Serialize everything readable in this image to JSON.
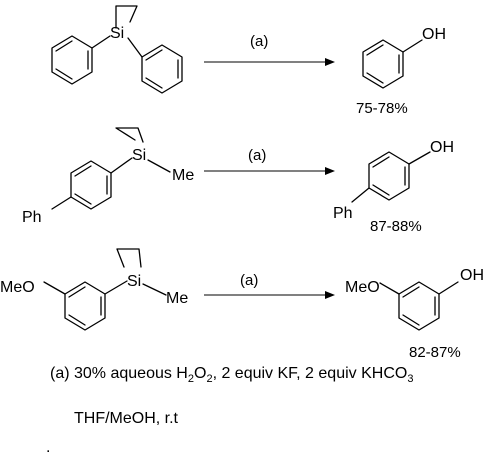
{
  "scheme": {
    "reactions": [
      {
        "reactant": {
          "si_label": "Si",
          "substituent_label": "",
          "aryl_label": ""
        },
        "arrow_label": "(a)",
        "product": {
          "oh_label": "OH",
          "extra_label": ""
        },
        "yield": "75-78%"
      },
      {
        "reactant": {
          "si_label": "Si",
          "substituent_label": "Me",
          "aryl_label": "Ph"
        },
        "arrow_label": "(a)",
        "product": {
          "oh_label": "OH",
          "extra_label": "Ph"
        },
        "yield": "87-88%"
      },
      {
        "reactant": {
          "si_label": "Si",
          "substituent_label": "Me",
          "aryl_label": "MeO"
        },
        "arrow_label": "(a)",
        "product": {
          "oh_label": "OH",
          "extra_label": "MeO"
        },
        "yield": "82-87%"
      }
    ],
    "conditions": {
      "prefix": "(a) 30% aqueous H",
      "h2o2_sub1": "2",
      "o_text": "O",
      "h2o2_sub2": "2",
      "middle": ", 2 equiv KF, 2 equiv KHCO",
      "khco3_sub": "3",
      "line2": "THF/MeOH, r.t",
      "dot": "."
    }
  }
}
